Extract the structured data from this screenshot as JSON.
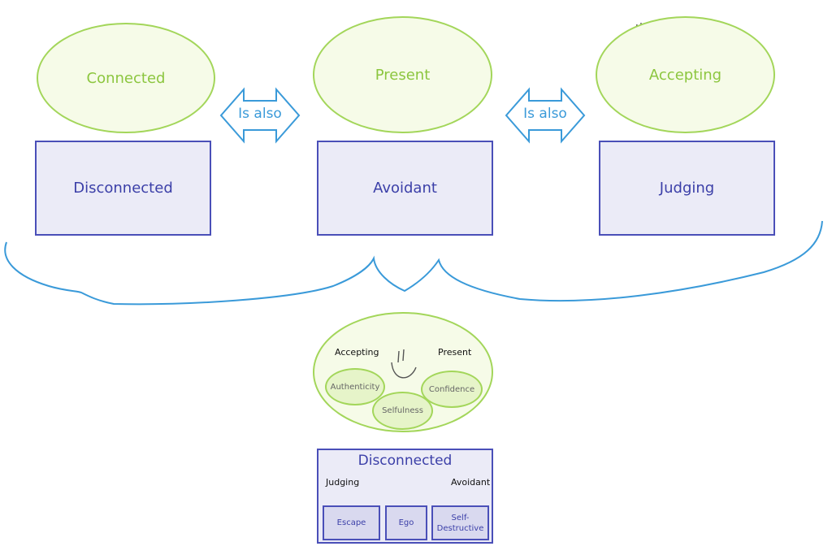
{
  "top": {
    "positive": [
      "Connected",
      "Present",
      "Accepting"
    ],
    "negative": [
      "Disconnected",
      "Avoidant",
      "Judging"
    ],
    "connector_labels": [
      "Is also",
      "Is also"
    ]
  },
  "bottom": {
    "positive_group": {
      "corner_labels": [
        "Accepting",
        "Present"
      ],
      "traits": [
        "Authenticity",
        "Confidence",
        "Selfulness"
      ]
    },
    "negative_group": {
      "title": "Disconnected",
      "corner_labels": [
        "Judging",
        "Avoidant"
      ],
      "traits": [
        "Escape",
        "Ego",
        "Self-\nDestructive"
      ]
    }
  },
  "colors": {
    "positive_stroke": "#a3d65a",
    "positive_text": "#8cc63f",
    "negative_stroke": "#4a4fb8",
    "negative_text": "#3b3fa8",
    "connector": "#3a9ad9",
    "face": "#555555"
  }
}
